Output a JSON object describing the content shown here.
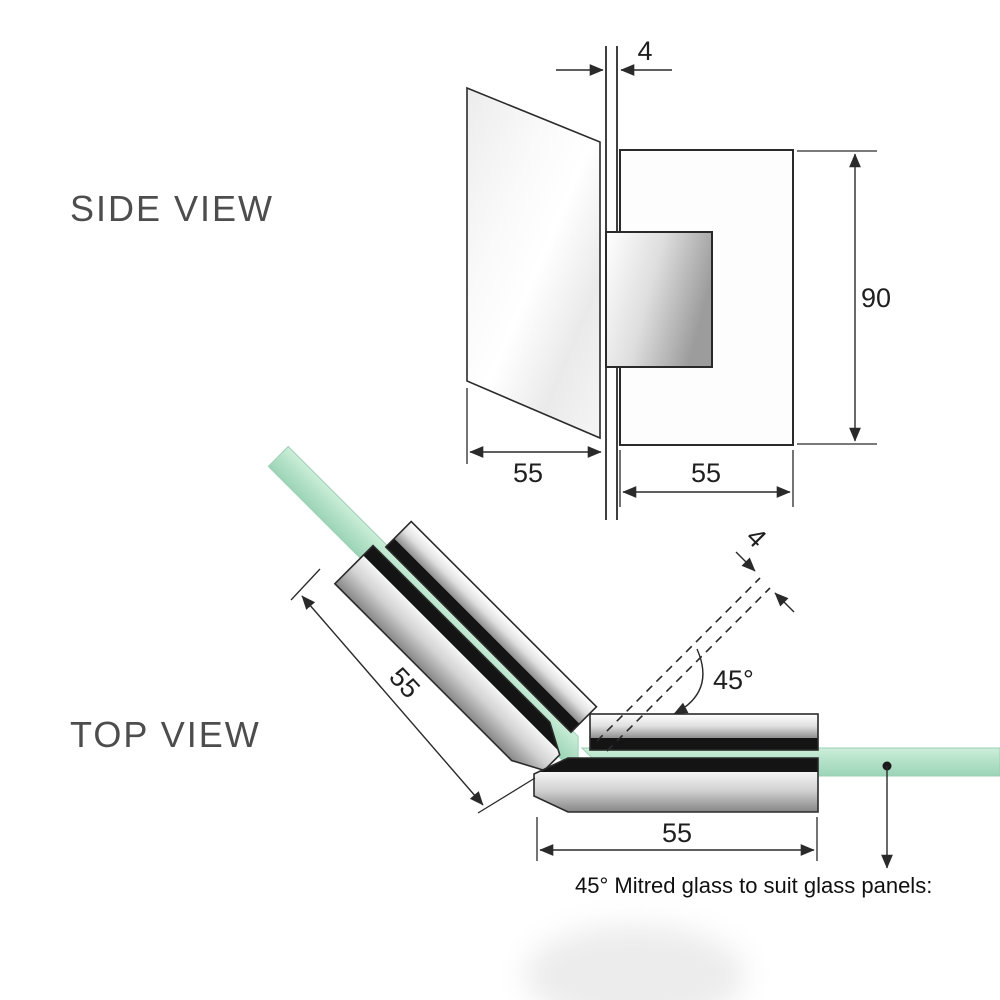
{
  "side_view": {
    "label": "SIDE VIEW",
    "glass_thickness": "4",
    "hinge_height": "90",
    "glass_width": "55",
    "plate_width": "55"
  },
  "top_view": {
    "label": "TOP VIEW",
    "glass_gap": "4",
    "mitre_angle": "45°",
    "diagonal_plate_width": "55",
    "horizontal_plate_width": "55",
    "note": "45° Mitred glass to suit glass panels:"
  },
  "colors": {
    "glass_green": "#b4e2c8",
    "hinge_seal_black": "#141414",
    "line": "#2a2a2a",
    "label_gray": "#4d4d4d"
  }
}
